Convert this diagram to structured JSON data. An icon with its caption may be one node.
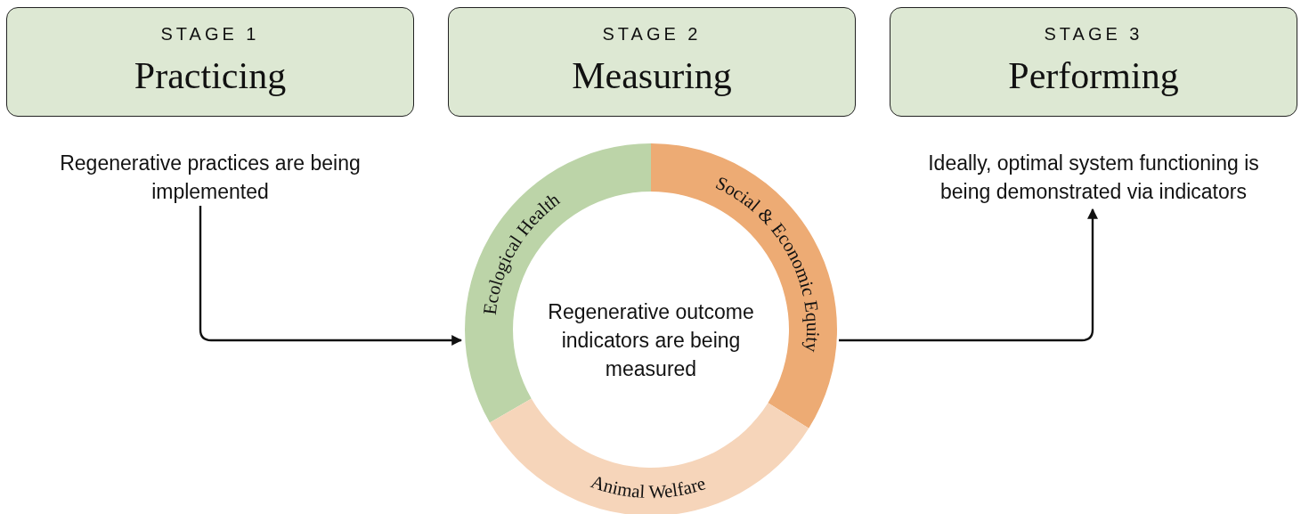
{
  "diagram": {
    "nodes": [
      {
        "text": [
          "STAGE 1",
          "Practicing"
        ]
      },
      {
        "text": [
          "STAGE 2",
          "Measuring"
        ]
      },
      {
        "text": [
          "STAGE 3",
          "Performing"
        ]
      },
      {
        "text": [
          "Regenerative practices are being implemented"
        ]
      },
      {
        "text": [
          "Regenerative outcome indicators are being measured"
        ]
      },
      {
        "text": [
          "Ecological Health"
        ],
        "in": 4
      },
      {
        "text": [
          "Social & Economic Equity"
        ],
        "in": 4
      },
      {
        "text": [
          "Animal Welfare"
        ],
        "in": 4
      },
      {
        "text": [
          "Ideally, optimal system functioning is being demonstrated via indicators"
        ]
      }
    ],
    "edges": [
      {
        "from": 3,
        "to": 4,
        "arrow": "to"
      },
      {
        "from": 4,
        "to": 8,
        "arrow": "to"
      }
    ]
  }
}
